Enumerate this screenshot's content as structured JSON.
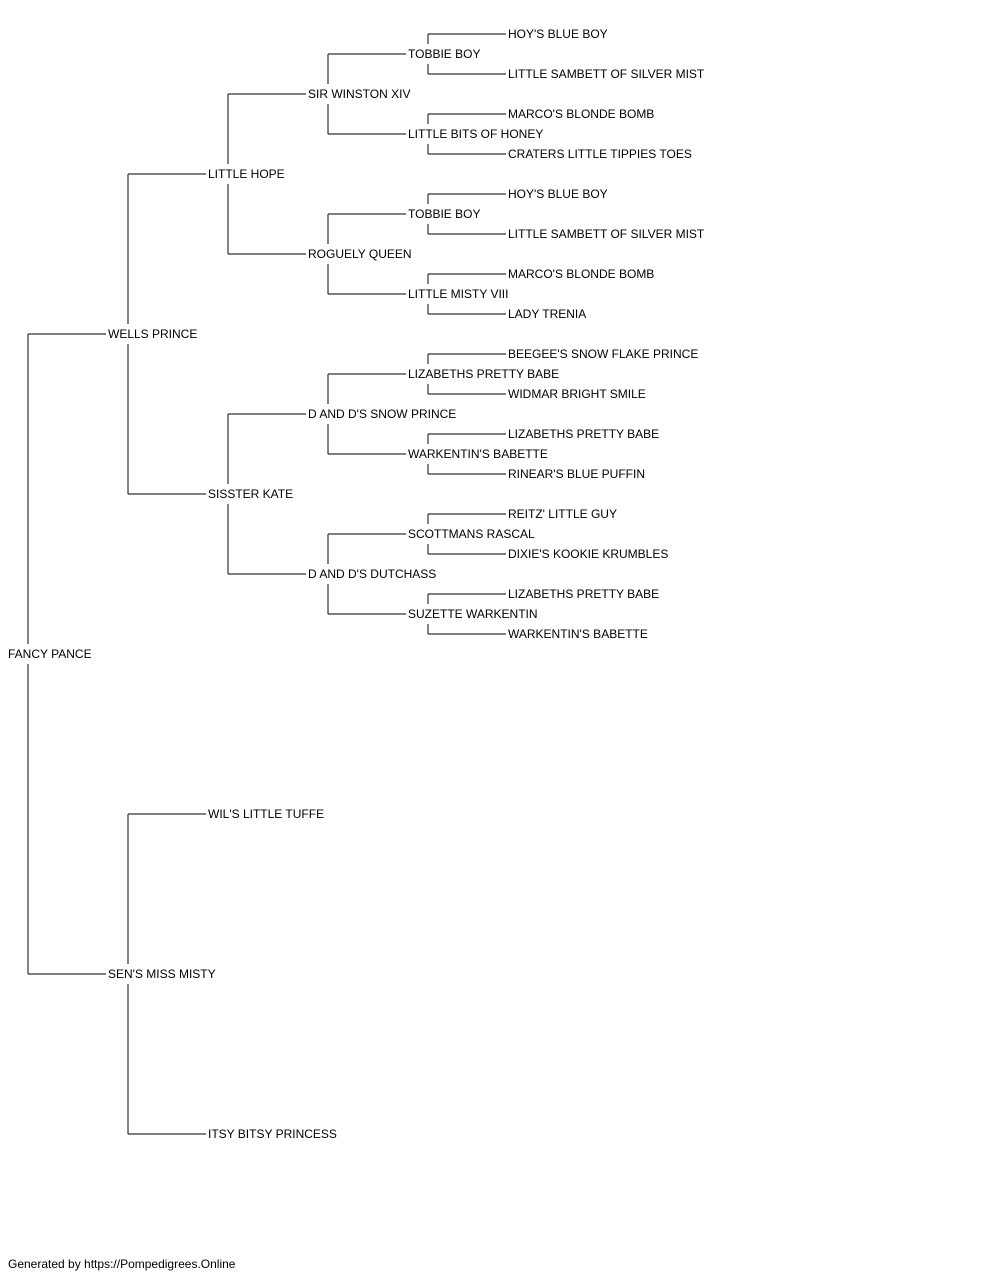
{
  "pedigree": {
    "name": "FANCY PANCE",
    "sire": {
      "name": "WELLS PRINCE",
      "sire": {
        "name": "LITTLE HOPE",
        "sire": {
          "name": "SIR WINSTON XIV",
          "sire": {
            "name": "TOBBIE BOY",
            "sire": {
              "name": "HOY'S BLUE BOY"
            },
            "dam": {
              "name": "LITTLE SAMBETT OF SILVER MIST"
            }
          },
          "dam": {
            "name": "LITTLE BITS OF HONEY",
            "sire": {
              "name": "MARCO'S BLONDE BOMB"
            },
            "dam": {
              "name": "CRATERS LITTLE TIPPIES TOES"
            }
          }
        },
        "dam": {
          "name": "ROGUELY QUEEN",
          "sire": {
            "name": "TOBBIE BOY",
            "sire": {
              "name": "HOY'S BLUE BOY"
            },
            "dam": {
              "name": "LITTLE SAMBETT OF SILVER MIST"
            }
          },
          "dam": {
            "name": "LITTLE MISTY VIII",
            "sire": {
              "name": "MARCO'S BLONDE BOMB"
            },
            "dam": {
              "name": "LADY TRENIA"
            }
          }
        }
      },
      "dam": {
        "name": "SISSTER KATE",
        "sire": {
          "name": "D AND D'S SNOW PRINCE",
          "sire": {
            "name": "LIZABETHS PRETTY BABE",
            "sire": {
              "name": "BEEGEE'S SNOW FLAKE PRINCE"
            },
            "dam": {
              "name": "WIDMAR BRIGHT SMILE"
            }
          },
          "dam": {
            "name": "WARKENTIN'S BABETTE",
            "sire": {
              "name": "LIZABETHS PRETTY BABE"
            },
            "dam": {
              "name": "RINEAR'S BLUE PUFFIN"
            }
          }
        },
        "dam": {
          "name": "D AND D'S DUTCHASS",
          "sire": {
            "name": "SCOTTMANS RASCAL",
            "sire": {
              "name": "REITZ' LITTLE GUY"
            },
            "dam": {
              "name": "DIXIE'S KOOKIE KRUMBLES"
            }
          },
          "dam": {
            "name": "SUZETTE WARKENTIN",
            "sire": {
              "name": "LIZABETHS PRETTY BABE"
            },
            "dam": {
              "name": "WARKENTIN'S BABETTE"
            }
          }
        }
      }
    },
    "dam": {
      "name": "SEN'S MISS MISTY",
      "sire": {
        "name": "WIL'S LITTLE TUFFE"
      },
      "dam": {
        "name": "ITSY BITSY PRINCESS"
      }
    }
  },
  "footer": "Generated by https://Pompedigrees.Online",
  "colors": {
    "line": "#333333",
    "text": "#000000",
    "background": "#ffffff"
  }
}
